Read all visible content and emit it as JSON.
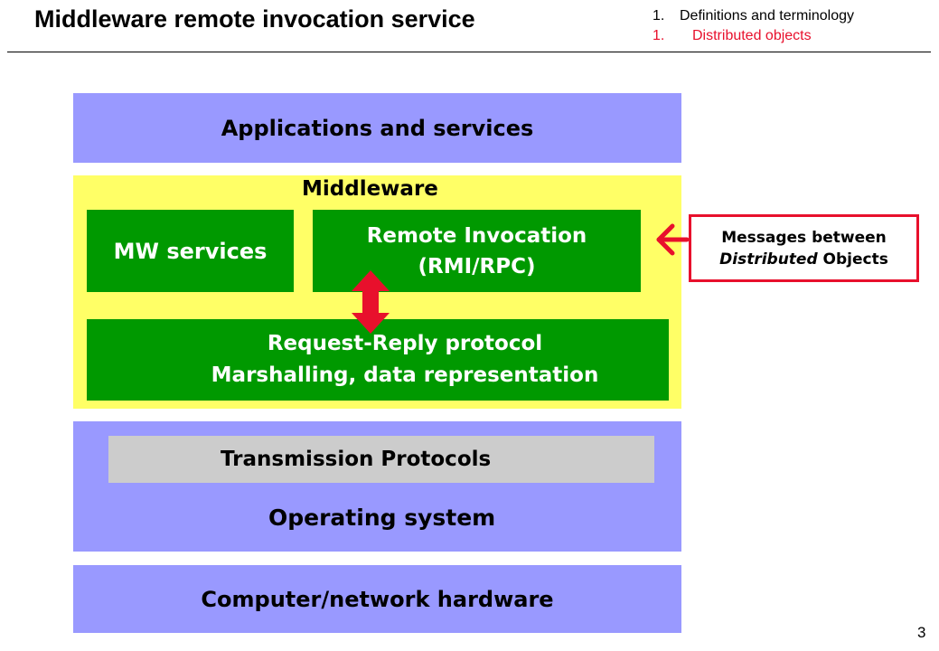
{
  "header": {
    "title": "Middleware remote invocation service",
    "outline": [
      {
        "num": "1.",
        "text": "Definitions and terminology"
      },
      {
        "num": "1.",
        "text": "Distributed objects"
      }
    ]
  },
  "layers": {
    "applications": "Applications and services",
    "middleware": "Middleware",
    "mw_services": "MW services",
    "remote_invocation": {
      "line1": "Remote Invocation",
      "line2": "(RMI/RPC)"
    },
    "request_reply": {
      "line1": "Request-Reply protocol",
      "line2": "Marshalling, data representation"
    },
    "transmission": "Transmission Protocols",
    "os": "Operating system",
    "hardware": "Computer/network hardware"
  },
  "callout": {
    "line1": "Messages between",
    "line2_em": "Distributed",
    "line2_rest": " Objects"
  },
  "colors": {
    "layer_blue": "#9999ff",
    "middleware_yellow": "#ffff66",
    "component_green": "#009900",
    "transmission_gray": "#cccccc",
    "accent_red": "#e8102c"
  },
  "page_number": "3"
}
